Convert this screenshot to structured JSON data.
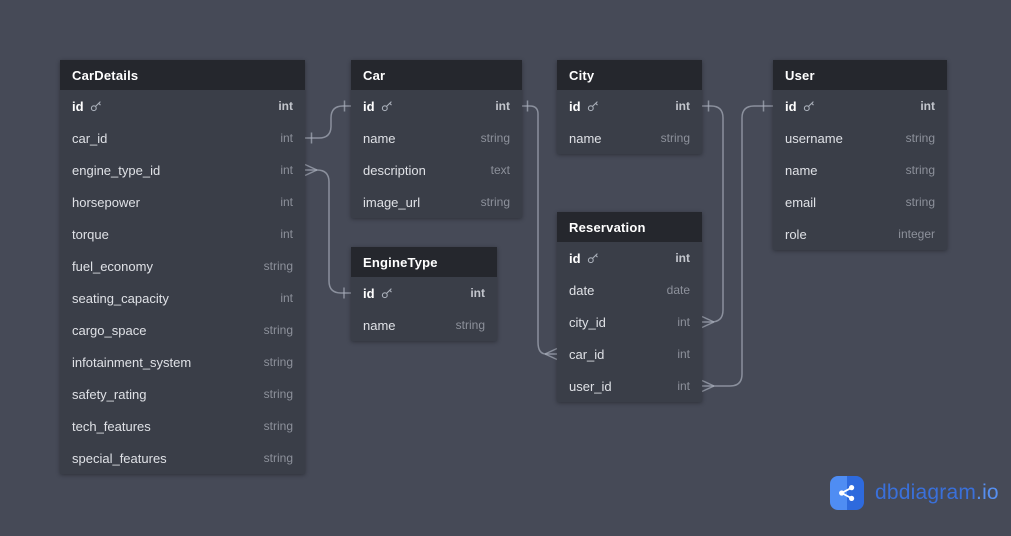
{
  "app": {
    "logo_text": "dbdiagram",
    "logo_suffix": ".io",
    "colors": {
      "canvas_background": "#464a57",
      "table_body": "#3a3e48",
      "table_header": "#25272d",
      "field_text": "#dfe1e6",
      "type_text": "#8d919b",
      "wire": "#a8aeba",
      "logo_blue": "#3a70da",
      "logo_icon_light": "#4f8df3",
      "logo_icon_dark": "#2e6add"
    },
    "icons": [
      "key-icon",
      "share-icon"
    ]
  },
  "tables": [
    {
      "title": "CarDetails",
      "fields": [
        {
          "name": "id",
          "type": "int",
          "pk": true
        },
        {
          "name": "car_id",
          "type": "int"
        },
        {
          "name": "engine_type_id",
          "type": "int"
        },
        {
          "name": "horsepower",
          "type": "int"
        },
        {
          "name": "torque",
          "type": "int"
        },
        {
          "name": "fuel_economy",
          "type": "string"
        },
        {
          "name": "seating_capacity",
          "type": "int"
        },
        {
          "name": "cargo_space",
          "type": "string"
        },
        {
          "name": "infotainment_system",
          "type": "string"
        },
        {
          "name": "safety_rating",
          "type": "string"
        },
        {
          "name": "tech_features",
          "type": "string"
        },
        {
          "name": "special_features",
          "type": "string"
        }
      ]
    },
    {
      "title": "Car",
      "fields": [
        {
          "name": "id",
          "type": "int",
          "pk": true
        },
        {
          "name": "name",
          "type": "string"
        },
        {
          "name": "description",
          "type": "text"
        },
        {
          "name": "image_url",
          "type": "string"
        }
      ]
    },
    {
      "title": "EngineType",
      "fields": [
        {
          "name": "id",
          "type": "int",
          "pk": true
        },
        {
          "name": "name",
          "type": "string"
        }
      ]
    },
    {
      "title": "City",
      "fields": [
        {
          "name": "id",
          "type": "int",
          "pk": true
        },
        {
          "name": "name",
          "type": "string"
        }
      ]
    },
    {
      "title": "Reservation",
      "fields": [
        {
          "name": "id",
          "type": "int",
          "pk": true
        },
        {
          "name": "date",
          "type": "date"
        },
        {
          "name": "city_id",
          "type": "int"
        },
        {
          "name": "car_id",
          "type": "int"
        },
        {
          "name": "user_id",
          "type": "int"
        }
      ]
    },
    {
      "title": "User",
      "fields": [
        {
          "name": "id",
          "type": "int",
          "pk": true
        },
        {
          "name": "username",
          "type": "string"
        },
        {
          "name": "name",
          "type": "string"
        },
        {
          "name": "email",
          "type": "string"
        },
        {
          "name": "role",
          "type": "integer"
        }
      ]
    }
  ],
  "relationships": [
    {
      "from": "CarDetails.car_id",
      "to": "Car.id",
      "from_cardinality": "one",
      "to_cardinality": "one"
    },
    {
      "from": "CarDetails.engine_type_id",
      "to": "EngineType.id",
      "from_cardinality": "many",
      "to_cardinality": "one"
    },
    {
      "from": "Reservation.car_id",
      "to": "Car.id",
      "from_cardinality": "many",
      "to_cardinality": "one"
    },
    {
      "from": "Reservation.city_id",
      "to": "City.id",
      "from_cardinality": "many",
      "to_cardinality": "one"
    },
    {
      "from": "Reservation.user_id",
      "to": "User.id",
      "from_cardinality": "many",
      "to_cardinality": "one"
    }
  ]
}
